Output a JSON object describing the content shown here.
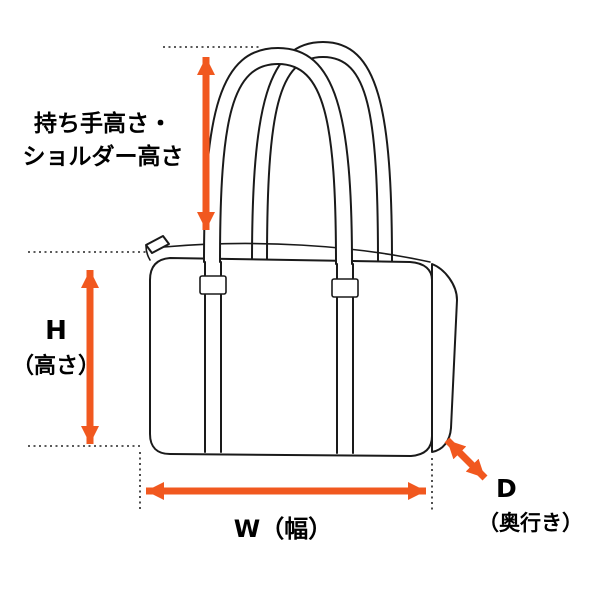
{
  "page": {
    "background": "#ffffff"
  },
  "diagram": {
    "type": "dimension-diagram",
    "subject": "boston-bag-line-art",
    "colors": {
      "arrow": "#f1581f",
      "line": "#1a1a1a"
    },
    "labels": {
      "handle_height": {
        "line1": "持ち手高さ・",
        "line2": "ショルダー高さ"
      },
      "height": {
        "line1": "H",
        "line2": "（高さ）"
      },
      "width": {
        "text": "W（幅）"
      },
      "depth": {
        "line1": "D",
        "line2": "（奥行き）"
      }
    }
  }
}
